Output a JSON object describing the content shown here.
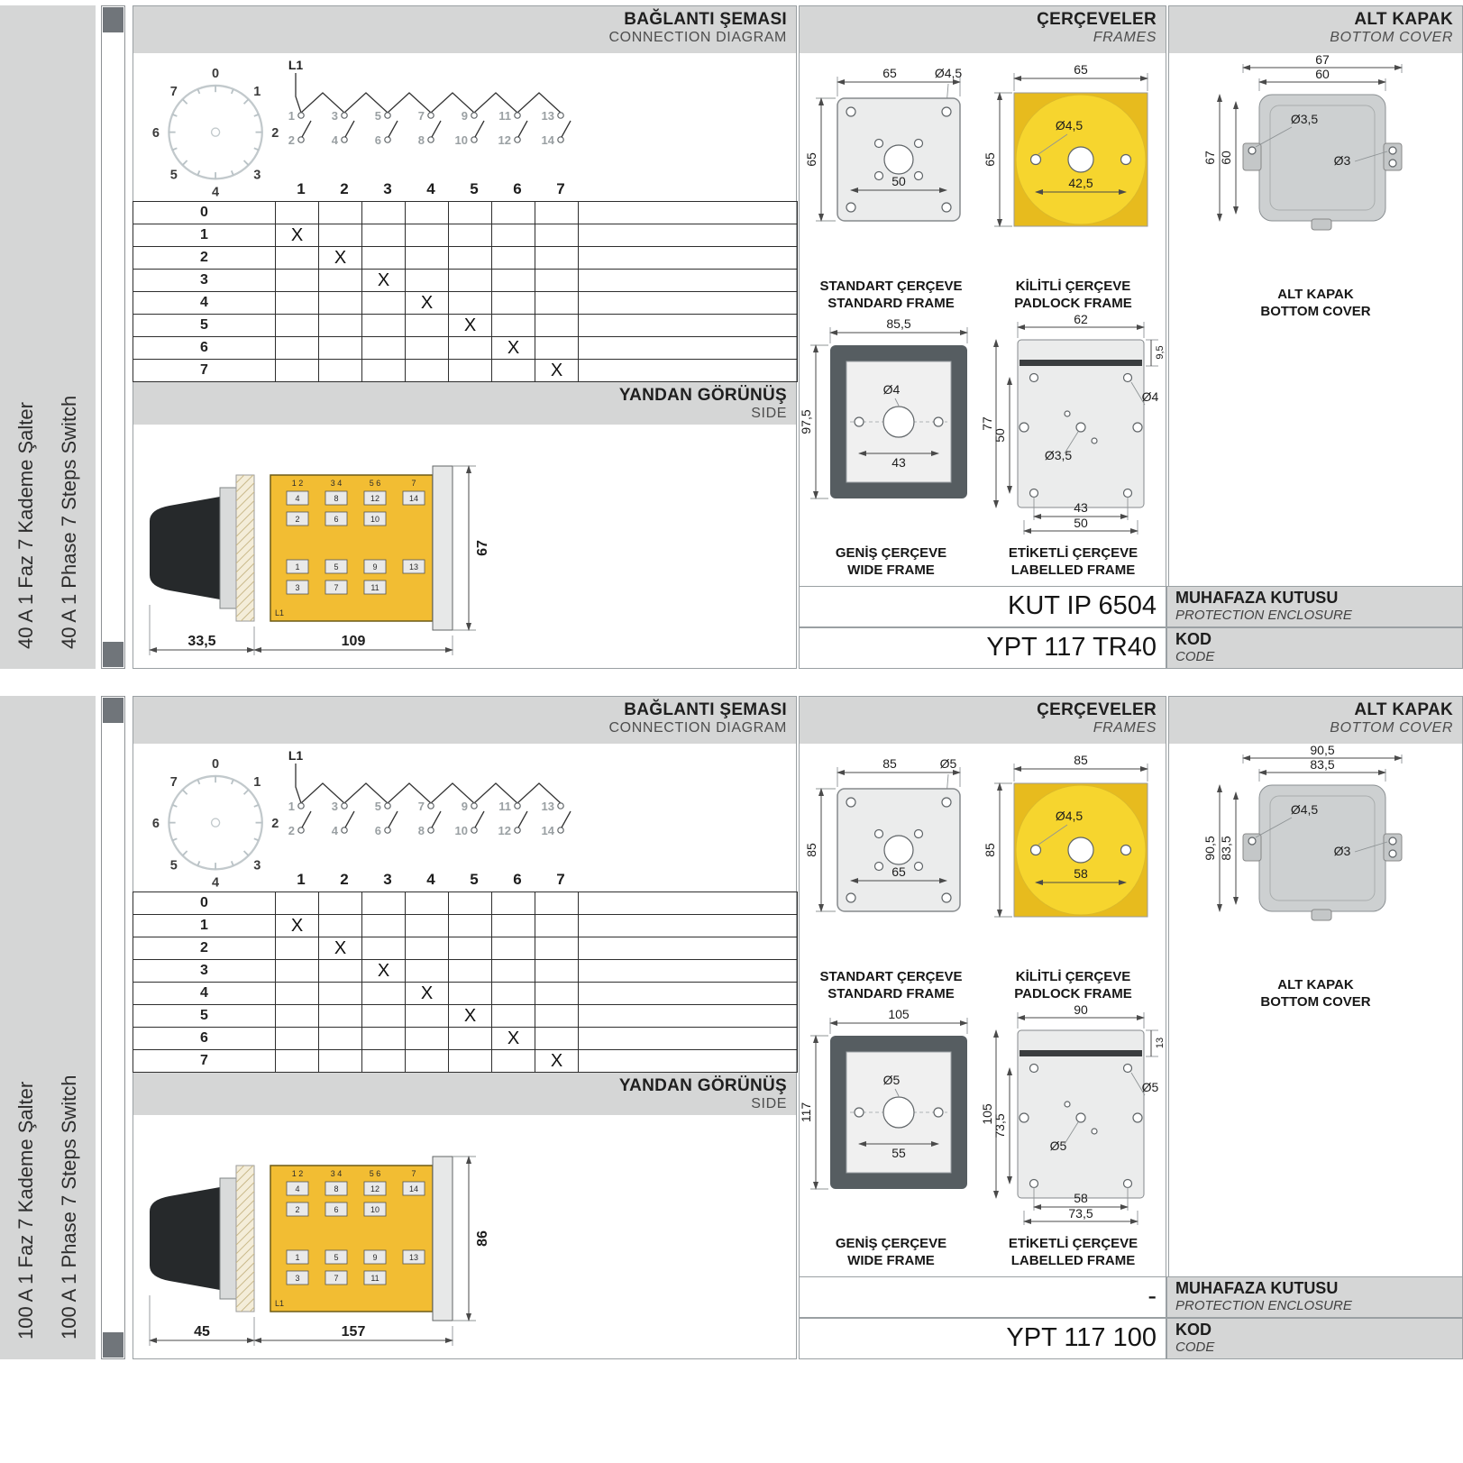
{
  "panels": [
    {
      "side_label_tr": "40 A 1 Faz 7 Kademe Şalter",
      "side_label_en": "40 A 1 Phase 7 Steps Switch",
      "connection": {
        "title_tr": "BAĞLANTI ŞEMASI",
        "title_en": "CONNECTION DIAGRAM",
        "source_label": "L1",
        "dial": [
          "0",
          "1",
          "2",
          "3",
          "4",
          "5",
          "6",
          "7"
        ],
        "odd_terminals": [
          "1",
          "3",
          "5",
          "7",
          "9",
          "11",
          "13"
        ],
        "even_terminals": [
          "2",
          "4",
          "6",
          "8",
          "10",
          "12",
          "14"
        ],
        "columns": [
          "1",
          "2",
          "3",
          "4",
          "5",
          "6",
          "7"
        ],
        "table": {
          "row_labels": [
            "0",
            "1",
            "2",
            "3",
            "4",
            "5",
            "6",
            "7"
          ],
          "grid": [
            [
              "",
              "",
              "",
              "",
              "",
              "",
              ""
            ],
            [
              "X",
              "",
              "",
              "",
              "",
              "",
              ""
            ],
            [
              "",
              "X",
              "",
              "",
              "",
              "",
              ""
            ],
            [
              "",
              "",
              "X",
              "",
              "",
              "",
              ""
            ],
            [
              "",
              "",
              "",
              "X",
              "",
              "",
              ""
            ],
            [
              "",
              "",
              "",
              "",
              "X",
              "",
              ""
            ],
            [
              "",
              "",
              "",
              "",
              "",
              "X",
              ""
            ],
            [
              "",
              "",
              "",
              "",
              "",
              "",
              "X"
            ]
          ]
        }
      },
      "side_view": {
        "title_tr": "YANDAN GÖRÜNÜŞ",
        "title_en": "SIDE",
        "dim_handle": "33,5",
        "dim_body": "109",
        "dim_height": "67",
        "terminals": {
          "t_h": [
            "1 2",
            "3 4",
            "5 6",
            "7"
          ],
          "t_a": [
            "4",
            "8",
            "12",
            "14"
          ],
          "t_b": [
            "2",
            "6",
            "10",
            ""
          ],
          "t_c": [
            "1",
            "5",
            "9",
            "13"
          ],
          "t_d": [
            "3",
            "7",
            "11",
            ""
          ],
          "source": "L1"
        }
      },
      "frames": {
        "title_tr": "ÇERÇEVELER",
        "title_en": "FRAMES",
        "standard": {
          "caption_tr": "STANDART ÇERÇEVE",
          "caption_en": "STANDARD FRAME",
          "dim_w": "65",
          "dim_h": "65",
          "hole": "Ø4,5",
          "dim_inner": "50"
        },
        "padlock": {
          "caption_tr": "KİLİTLİ ÇERÇEVE",
          "caption_en": "PADLOCK FRAME",
          "dim_w": "65",
          "dim_h": "65",
          "hole": "Ø4,5",
          "dim_inner": "42,5"
        },
        "wide": {
          "caption_tr": "GENİŞ ÇERÇEVE",
          "caption_en": "WIDE FRAME",
          "dim_w": "85,5",
          "dim_h": "97,5",
          "hole": "Ø4",
          "dim_inner": "43"
        },
        "labelled": {
          "caption_tr": "ETİKETLİ ÇERÇEVE",
          "caption_en": "LABELLED FRAME",
          "dim_w": "62",
          "dim_strip": "9,5",
          "dim_h": "77",
          "dim_h_inner": "50",
          "hole_side": "Ø4",
          "hole_center": "Ø3,5",
          "dim_b_inner": "43",
          "dim_b_outer": "50"
        }
      },
      "cover": {
        "title_tr": "ALT KAPAK",
        "title_en": "BOTTOM COVER",
        "caption_tr": "ALT KAPAK",
        "caption_en": "BOTTOM COVER",
        "dim_outer": "67",
        "dim_inner": "60",
        "hole1": "Ø3,5",
        "hole2": "Ø3"
      },
      "codes": {
        "enclosure_value": "KUT IP 6504",
        "enclosure_tr": "MUHAFAZA KUTUSU",
        "enclosure_en": "PROTECTION ENCLOSURE",
        "code_value": "YPT 117 TR40",
        "code_tr": "KOD",
        "code_en": "CODE"
      }
    },
    {
      "side_label_tr": "100 A 1 Faz 7 Kademe Şalter",
      "side_label_en": "100 A 1 Phase 7 Steps Switch",
      "connection": {
        "title_tr": "BAĞLANTI ŞEMASI",
        "title_en": "CONNECTION DIAGRAM",
        "source_label": "L1",
        "dial": [
          "0",
          "1",
          "2",
          "3",
          "4",
          "5",
          "6",
          "7"
        ],
        "odd_terminals": [
          "1",
          "3",
          "5",
          "7",
          "9",
          "11",
          "13"
        ],
        "even_terminals": [
          "2",
          "4",
          "6",
          "8",
          "10",
          "12",
          "14"
        ],
        "columns": [
          "1",
          "2",
          "3",
          "4",
          "5",
          "6",
          "7"
        ],
        "table": {
          "row_labels": [
            "0",
            "1",
            "2",
            "3",
            "4",
            "5",
            "6",
            "7"
          ],
          "grid": [
            [
              "",
              "",
              "",
              "",
              "",
              "",
              ""
            ],
            [
              "X",
              "",
              "",
              "",
              "",
              "",
              ""
            ],
            [
              "",
              "X",
              "",
              "",
              "",
              "",
              ""
            ],
            [
              "",
              "",
              "X",
              "",
              "",
              "",
              ""
            ],
            [
              "",
              "",
              "",
              "X",
              "",
              "",
              ""
            ],
            [
              "",
              "",
              "",
              "",
              "X",
              "",
              ""
            ],
            [
              "",
              "",
              "",
              "",
              "",
              "X",
              ""
            ],
            [
              "",
              "",
              "",
              "",
              "",
              "",
              "X"
            ]
          ]
        }
      },
      "side_view": {
        "title_tr": "YANDAN GÖRÜNÜŞ",
        "title_en": "SIDE",
        "dim_handle": "45",
        "dim_body": "157",
        "dim_height": "86",
        "terminals": {
          "t_h": [
            "1 2",
            "3 4",
            "5 6",
            "7"
          ],
          "t_a": [
            "4",
            "8",
            "12",
            "14"
          ],
          "t_b": [
            "2",
            "6",
            "10",
            ""
          ],
          "t_c": [
            "1",
            "5",
            "9",
            "13"
          ],
          "t_d": [
            "3",
            "7",
            "11",
            ""
          ],
          "source": "L1"
        }
      },
      "frames": {
        "title_tr": "ÇERÇEVELER",
        "title_en": "FRAMES",
        "standard": {
          "caption_tr": "STANDART ÇERÇEVE",
          "caption_en": "STANDARD FRAME",
          "dim_w": "85",
          "dim_h": "85",
          "hole": "Ø5",
          "dim_inner": "65"
        },
        "padlock": {
          "caption_tr": "KİLİTLİ ÇERÇEVE",
          "caption_en": "PADLOCK FRAME",
          "dim_w": "85",
          "dim_h": "85",
          "hole": "Ø4,5",
          "dim_inner": "58"
        },
        "wide": {
          "caption_tr": "GENİŞ ÇERÇEVE",
          "caption_en": "WIDE FRAME",
          "dim_w": "105",
          "dim_h": "117",
          "hole": "Ø5",
          "dim_inner": "55"
        },
        "labelled": {
          "caption_tr": "ETİKETLİ ÇERÇEVE",
          "caption_en": "LABELLED FRAME",
          "dim_w": "90",
          "dim_strip": "13",
          "dim_h": "105",
          "dim_h_inner": "73,5",
          "hole_side": "Ø5",
          "hole_center": "Ø5",
          "dim_b_inner": "58",
          "dim_b_outer": "73,5"
        }
      },
      "cover": {
        "title_tr": "ALT KAPAK",
        "title_en": "BOTTOM COVER",
        "caption_tr": "ALT KAPAK",
        "caption_en": "BOTTOM COVER",
        "dim_outer": "90,5",
        "dim_inner": "83,5",
        "hole1": "Ø4,5",
        "hole2": "Ø3"
      },
      "codes": {
        "enclosure_value": "-",
        "enclosure_tr": "MUHAFAZA KUTUSU",
        "enclosure_en": "PROTECTION ENCLOSURE",
        "code_value": "YPT 117 100",
        "code_tr": "KOD",
        "code_en": "CODE"
      }
    }
  ]
}
